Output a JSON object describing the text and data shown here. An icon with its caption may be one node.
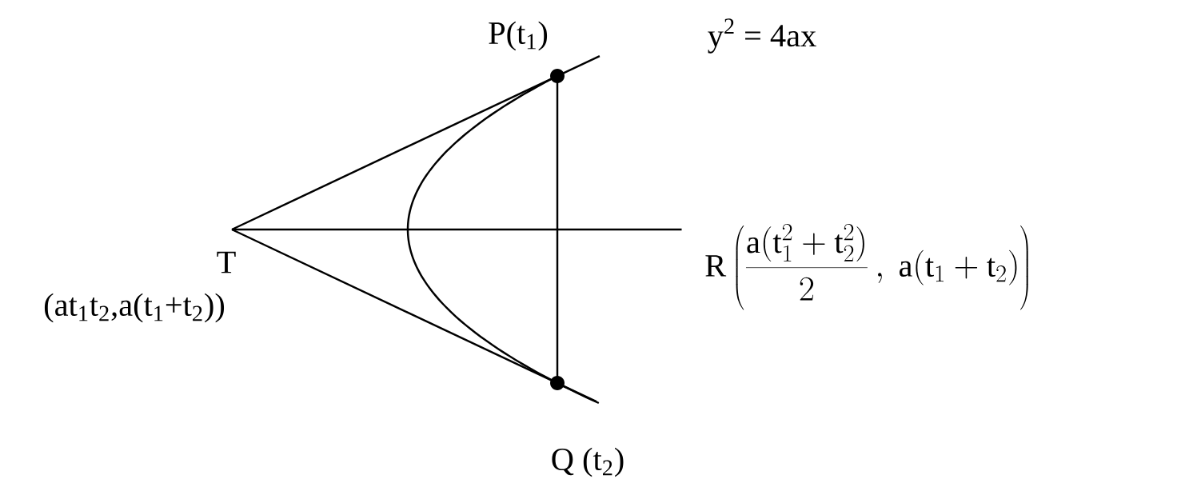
{
  "diagram": {
    "nodes": [
      {
        "text": [
          "P(t$_{1}$)"
        ]
      },
      {
        "text": [
          "Q (t$_{2}$)"
        ]
      },
      {
        "text": [
          "T",
          "(at$_{1}$t$_{2}$,a(t$_{1}$+t$_{2}$))"
        ]
      },
      {
        "text": [
          "\\mathrm{R}\\left(\\frac{\\mathrm{a}(\\mathrm{t}_1^2+\\mathrm{t}_2^2)}{2}\\,,\\ \\mathrm{a}(\\mathrm{t}_1+\\mathrm{t}_2)\\right)"
        ]
      }
    ],
    "edges": [
      {
        "from": 2,
        "to": 0,
        "arrow": "none"
      },
      {
        "from": 2,
        "to": 1,
        "arrow": "none"
      },
      {
        "from": 0,
        "to": 1,
        "arrow": "none"
      },
      {
        "from": 2,
        "to": 3,
        "arrow": "none"
      }
    ],
    "labels": [
      "y$^{2}$ = 4ax"
    ]
  }
}
